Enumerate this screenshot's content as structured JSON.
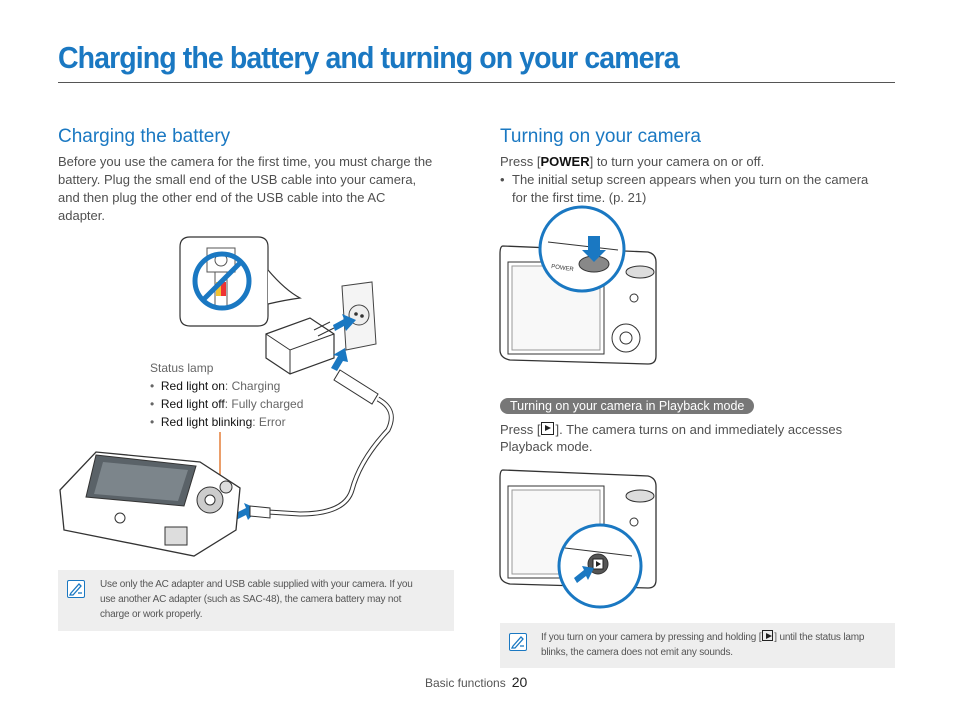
{
  "page": {
    "title": "Charging the battery and turning on your camera",
    "footer_section": "Basic functions",
    "page_number": "20"
  },
  "charging": {
    "heading": "Charging the battery",
    "body_lines": [
      "Before you use the camera for the first time, you must charge the",
      "battery. Plug the small end of the USB cable into your camera,",
      "and then plug the other end of the USB cable into the AC",
      "adapter."
    ],
    "status_title": "Status lamp",
    "status_items": [
      {
        "label": "Red light on",
        "value": ": Charging"
      },
      {
        "label": "Red light off",
        "value": ": Fully charged"
      },
      {
        "label": "Red light blinking",
        "value": ": Error"
      }
    ],
    "note_lines": [
      "Use only the AC adapter and USB cable supplied with your camera. If you",
      "use another AC adapter (such as SAC-48), the camera battery may not",
      "charge or work properly."
    ]
  },
  "turning_on": {
    "heading": "Turning on your camera",
    "press_prefix": "Press [",
    "press_key": "POWER",
    "press_suffix": "] to turn your camera on or off.",
    "bullet_lines": [
      "The initial setup screen appears when you turn on the camera",
      "for the first time. (p. 21)"
    ],
    "power_label": "POWER",
    "playback_pill": "Turning on your camera in Playback mode",
    "playback_prefix": "Press [",
    "playback_suffix": "]. The camera turns on and immediately accesses",
    "playback_line2": "Playback mode.",
    "note_prefix": "If you turn on your camera by pressing and holding [",
    "note_suffix": "] until the status lamp",
    "note_line2": "blinks, the camera does not emit any sounds."
  },
  "colors": {
    "accent": "#1a78c2",
    "status_lamp_line": "#e06a1a",
    "note_bg": "#eeeeee",
    "pill_bg": "#777777"
  },
  "icons": [
    "note-icon",
    "playback-icon",
    "no-symbol-icon",
    "arrow-icon"
  ]
}
